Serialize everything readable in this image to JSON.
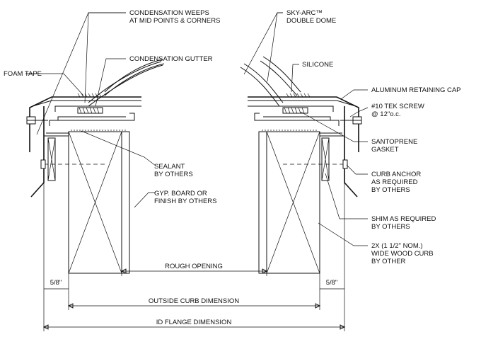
{
  "labels": {
    "condensation_weeps": "CONDENSATION WEEPS",
    "condensation_weeps_2": "AT MID POINTS & CORNERS",
    "sky_arc": "SKY-ARC™",
    "double_dome": "DOUBLE DOME",
    "foam_tape": "FOAM TAPE",
    "condensation_gutter": "CONDENSATION GUTTER",
    "silicone": "SILICONE",
    "aluminum_cap": "ALUMINUM RETAINING CAP",
    "tek_screw": "#10 TEK SCREW",
    "tek_screw_2": "@ 12\"o.c.",
    "santoprene": "SANTOPRENE",
    "gasket": "GASKET",
    "sealant": "SEALANT",
    "by_others_sealant": "BY OTHERS",
    "curb_anchor": "CURB ANCHOR",
    "as_required": "AS REQUIRED",
    "by_others_anchor": "BY OTHERS",
    "gyp_board": "GYP. BOARD OR",
    "finish_by_others": "FINISH BY OTHERS",
    "shim": "SHIM AS REQUIRED",
    "by_others_shim": "BY OTHERS",
    "wood_curb": "2X (1 1/2\" NOM.)",
    "wood_curb_2": "WIDE WOOD CURB",
    "by_other": "BY OTHER"
  },
  "dimensions": {
    "rough_opening": "ROUGH OPENING",
    "left_five_eighths": "5/8\"",
    "right_five_eighths": "5/8\"",
    "outside_curb": "OUTSIDE CURB DIMENSION",
    "id_flange": "ID FLANGE DIMENSION"
  }
}
